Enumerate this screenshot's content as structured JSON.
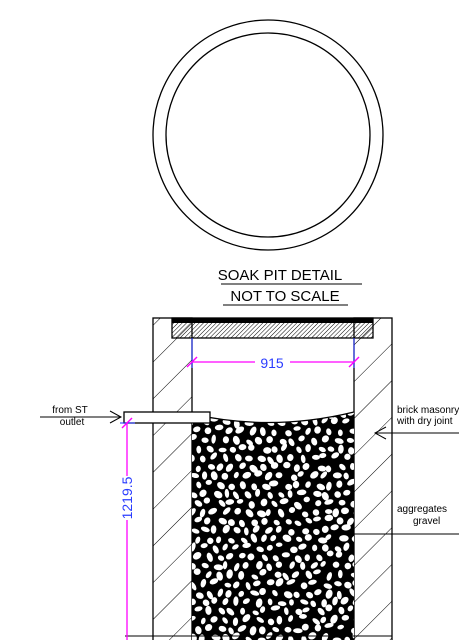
{
  "title": "SOAK PIT DETAIL",
  "subtitle": "NOT TO SCALE",
  "dimensions": {
    "width": "915",
    "depth": "1219.5"
  },
  "labels": {
    "inlet_line1": "from ST",
    "inlet_line2": "outlet",
    "wall_line1": "brick masonry",
    "wall_line2": "with dry joint",
    "fill_line1": "aggregates",
    "fill_line2": "gravel"
  },
  "colors": {
    "line": "#000000",
    "dimension_line": "#ff00ff",
    "dimension_text": "#2a3cff",
    "dimension_tick": "#1a2bff"
  }
}
